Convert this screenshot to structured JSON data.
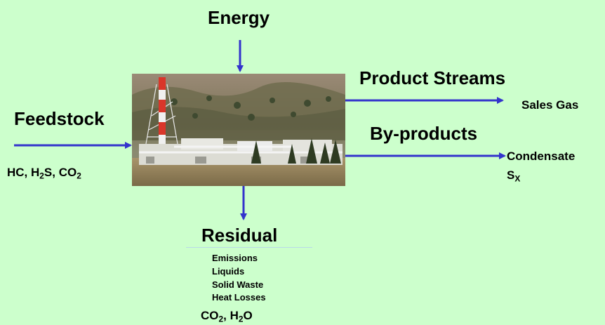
{
  "energy": {
    "label": "Energy"
  },
  "feedstock": {
    "label": "Feedstock",
    "composition": [
      "HC, H",
      "2",
      "S, CO",
      "2"
    ]
  },
  "product_streams": {
    "label": "Product Streams",
    "items": [
      "Sales Gas"
    ]
  },
  "by_products": {
    "label": "By-products",
    "items": [
      "Condensate",
      "S",
      "X"
    ]
  },
  "residual": {
    "label": "Residual",
    "items": [
      "Emissions",
      "Liquids",
      "Solid Waste",
      "Heat Losses"
    ],
    "composition": [
      "CO",
      "2",
      ", H",
      "2",
      "O"
    ]
  },
  "colors": {
    "background": "#ccffcc",
    "arrow": "#3333cc"
  }
}
